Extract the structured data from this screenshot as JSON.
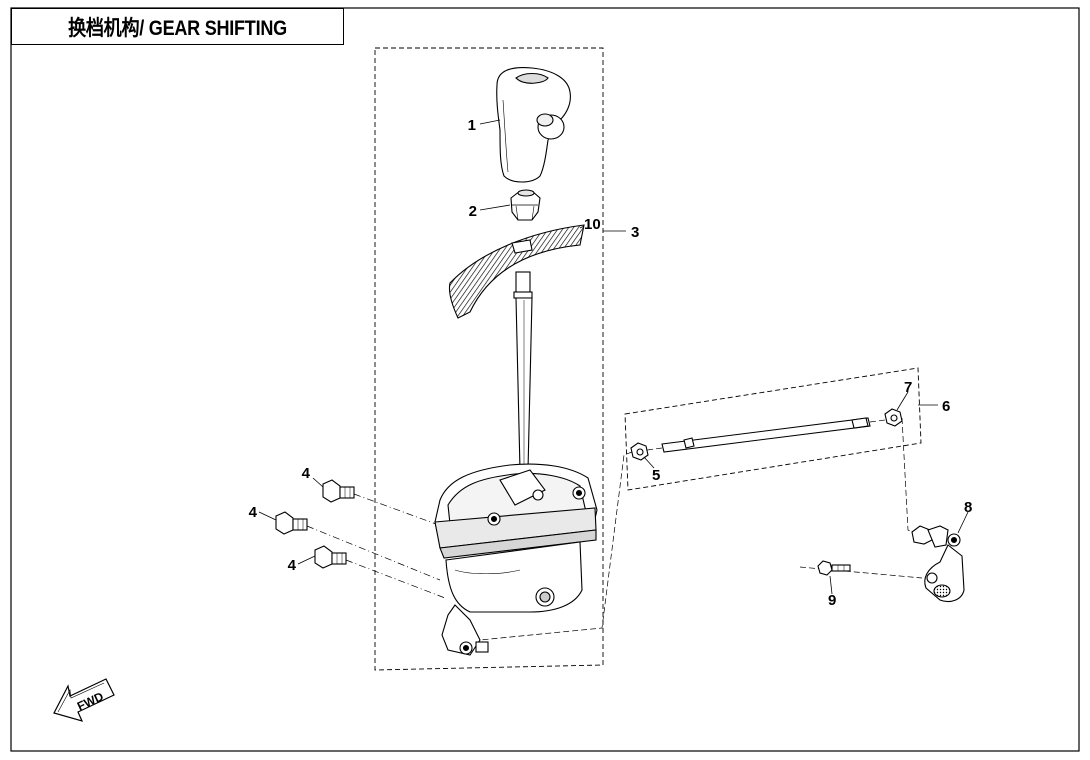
{
  "title": "换档机构/ GEAR SHIFTING",
  "fwd_label": "FWD",
  "callouts": [
    {
      "id": "callout-1",
      "label": "1"
    },
    {
      "id": "callout-2",
      "label": "2"
    },
    {
      "id": "callout-3",
      "label": "3"
    },
    {
      "id": "callout-4a",
      "label": "4"
    },
    {
      "id": "callout-4b",
      "label": "4"
    },
    {
      "id": "callout-4c",
      "label": "4"
    },
    {
      "id": "callout-5",
      "label": "5"
    },
    {
      "id": "callout-6",
      "label": "6"
    },
    {
      "id": "callout-7",
      "label": "7"
    },
    {
      "id": "callout-8",
      "label": "8"
    },
    {
      "id": "callout-9",
      "label": "9"
    },
    {
      "id": "callout-10",
      "label": "10"
    }
  ],
  "parts": [
    {
      "label": "1",
      "name": "shift-knob"
    },
    {
      "label": "2",
      "name": "knob-nut"
    },
    {
      "label": "3",
      "name": "shifter-assembly"
    },
    {
      "label": "4",
      "name": "flange-bolt"
    },
    {
      "label": "5",
      "name": "ball-joint-nut"
    },
    {
      "label": "6",
      "name": "shift-rod-assembly"
    },
    {
      "label": "7",
      "name": "ball-joint-nut"
    },
    {
      "label": "8",
      "name": "shift-arm"
    },
    {
      "label": "9",
      "name": "arm-bolt"
    },
    {
      "label": "10",
      "name": "gear-indicator-plate"
    }
  ]
}
